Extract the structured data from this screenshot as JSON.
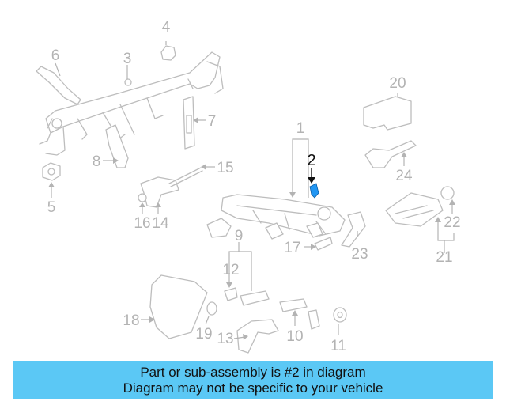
{
  "diagram": {
    "highlighted_part": "2",
    "highlight_color": "#2196f3",
    "callouts": [
      "1",
      "2",
      "3",
      "4",
      "5",
      "6",
      "7",
      "8",
      "9",
      "10",
      "11",
      "12",
      "13",
      "14",
      "15",
      "16",
      "17",
      "18",
      "19",
      "20",
      "21",
      "22",
      "23",
      "24"
    ]
  },
  "banner": {
    "line1": "Part or sub-assembly is #2 in diagram",
    "line2": "Diagram may not be specific to your vehicle",
    "background": "#5bc8f5"
  }
}
